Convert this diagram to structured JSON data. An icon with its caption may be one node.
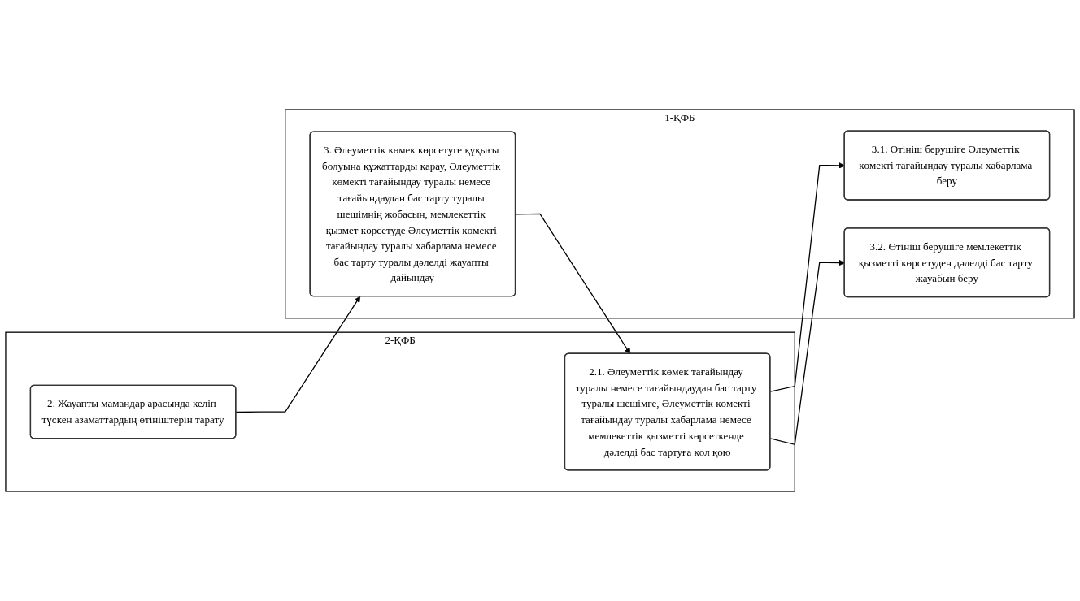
{
  "diagram": {
    "nodes": [
      {
        "text": [
          "2-ҚФБ"
        ]
      },
      {
        "text": [
          "1-ҚФБ"
        ]
      },
      {
        "text": [
          "2. Жауапты мамандар арасында келіп түскен азаматтардың өтініштерін тарату"
        ],
        "in": 0
      },
      {
        "text": [
          "3. Әлеуметтік көмек көрсетуге құқығы болуына құжаттарды қарау, Әлеуметтік көмекті тағайындау туралы немесе тағайындаудан бас тарту туралы шешімнің жобасын, мемлекеттік қызмет көрсетуде Әлеуметтік көмекті тағайындау туралы хабарлама немесе бас тарту туралы дәлелді жауапты дайындау"
        ],
        "in": 1
      },
      {
        "text": [
          "2.1. Әлеуметтік көмек тағайындау туралы немесе тағайындаудан бас тарту туралы шешімге, Әлеуметтік көмекті тағайындау туралы хабарлама немесе мемлекеттік қызметті көрсеткенде дәлелді бас тартуға қол қою"
        ],
        "in": 0
      },
      {
        "text": [
          "3.1. Өтініш берушіге Әлеуметтік көмекті тағайындау туралы хабарлама беру"
        ],
        "in": 1
      },
      {
        "text": [
          "3.2. Өтініш берушіге мемлекеттік қызметті көрсетуден дәлелді бас тарту жауабын беру"
        ],
        "in": 1
      }
    ],
    "edges": [
      {
        "from": 2,
        "to": 3,
        "arrow": "to"
      },
      {
        "from": 3,
        "to": 4,
        "arrow": "to"
      },
      {
        "from": 4,
        "to": 6,
        "arrow": "to"
      },
      {
        "from": 4,
        "to": 5,
        "arrow": "to"
      }
    ]
  }
}
